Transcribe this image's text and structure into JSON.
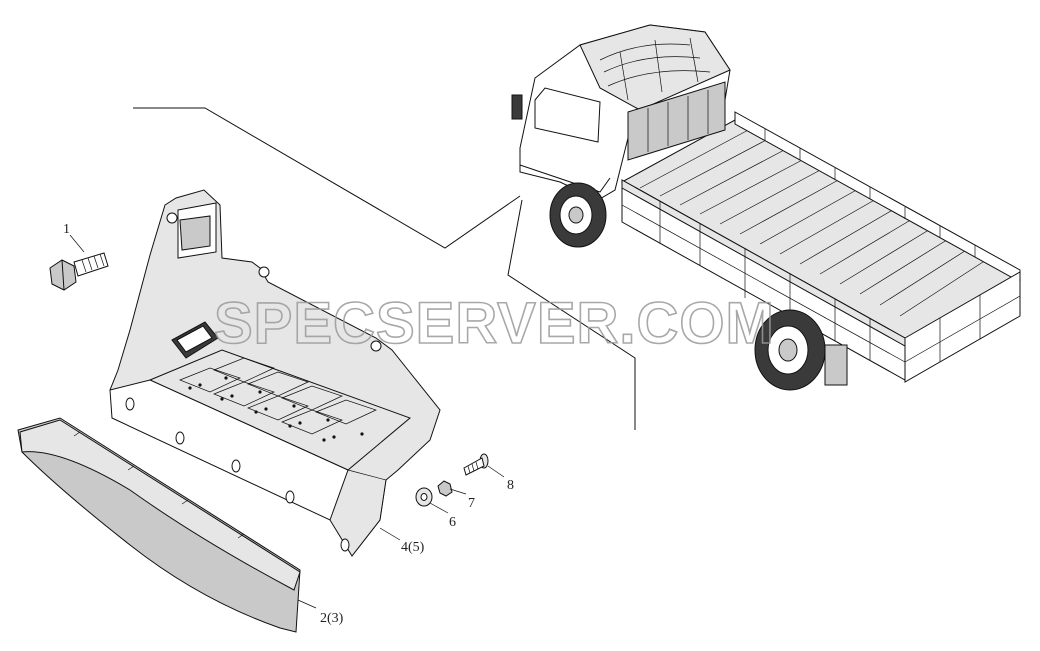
{
  "watermark": "SPECSERVER.COM",
  "callouts": {
    "c1": "1",
    "c2": "2(3)",
    "c4": "4(5)",
    "c6": "6",
    "c7": "7",
    "c8": "8"
  }
}
